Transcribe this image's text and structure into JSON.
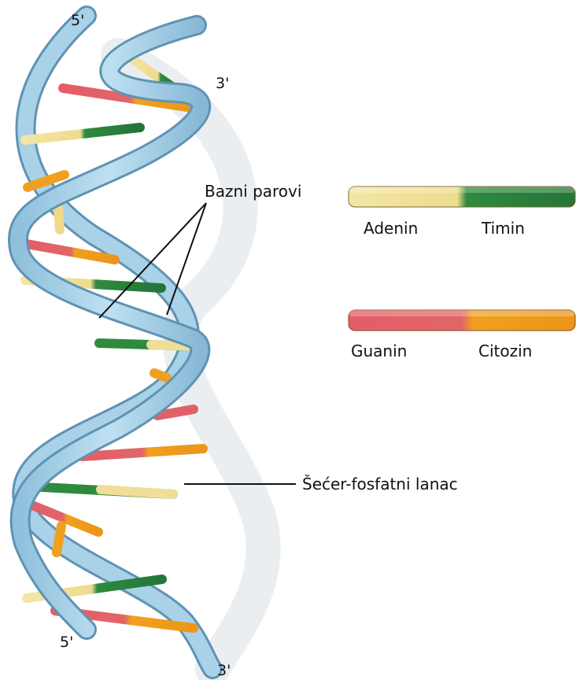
{
  "strand_ends": {
    "top_left": "5'",
    "top_right": "3'",
    "bottom_left": "5'",
    "bottom_right": "3'"
  },
  "labels": {
    "base_pairs": "Bazni parovi",
    "backbone": "Šećer-fosfatni lanac"
  },
  "legend": {
    "adenine": "Adenin",
    "thymine": "Timin",
    "guanine": "Guanin",
    "cytosine": "Citozin"
  },
  "colors": {
    "adenine": "#f1e29a",
    "thymine": "#2f8a3e",
    "guanine": "#e0606a",
    "cytosine": "#f0a020",
    "backbone": "#a9d1e8",
    "backbone_edge": "#5f93b4",
    "shadow": "#dde3e8"
  }
}
